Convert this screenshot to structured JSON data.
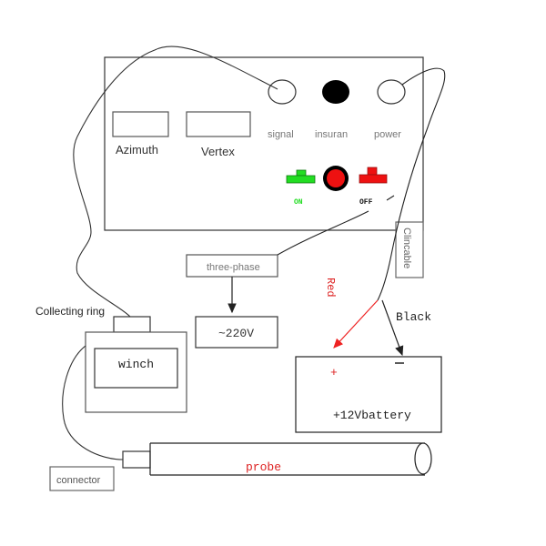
{
  "panel": {
    "displays": [
      {
        "id": "azimuth",
        "label": "Azimuth"
      },
      {
        "id": "vertex",
        "label": "Vertex"
      }
    ],
    "indicators": [
      {
        "id": "signal",
        "label": "signal",
        "state": "off"
      },
      {
        "id": "insuran",
        "label": "insuran",
        "state": "on"
      },
      {
        "id": "power",
        "label": "power",
        "state": "off"
      }
    ],
    "switches": {
      "on_label": "ON",
      "off_label": "OFF"
    },
    "side_label": "Clincable"
  },
  "blocks": {
    "three_phase": "three-phase",
    "voltage": "~220V",
    "collecting_ring": "Collecting ring",
    "winch": "winch",
    "battery": "+12Vbattery",
    "battery_plus": "+",
    "battery_minus": "–",
    "probe": "probe",
    "connector": "connector"
  },
  "wires": {
    "red_label": "Red",
    "black_label": "Black"
  },
  "colors": {
    "green": "#22dd22",
    "red": "#ee1111",
    "label_red": "#dd2222",
    "line": "#222222",
    "box": "#555555",
    "text_gray": "#666666"
  }
}
